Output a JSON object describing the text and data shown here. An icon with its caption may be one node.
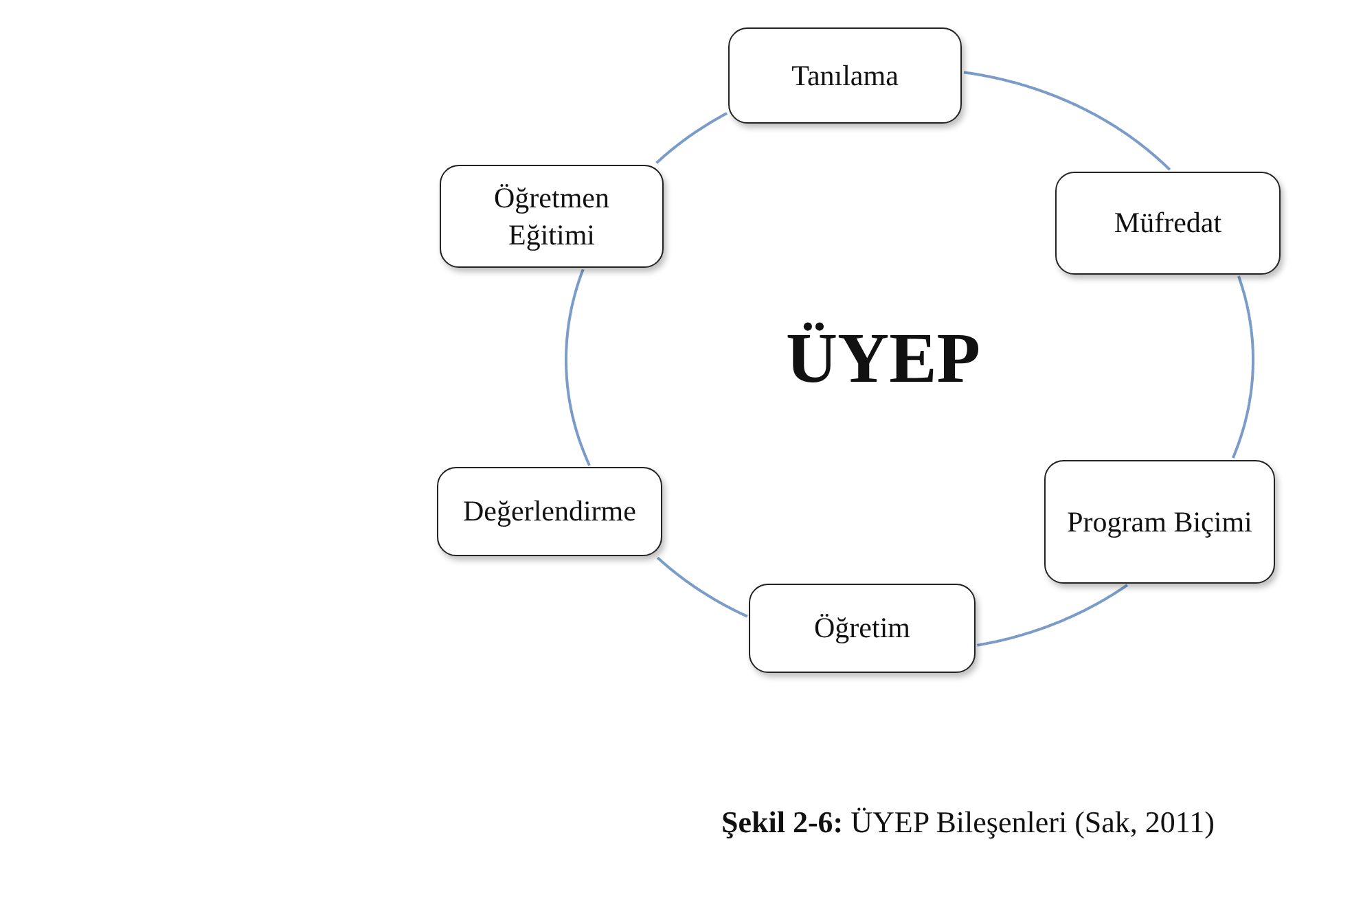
{
  "diagram": {
    "caption": "**Şekil 2-6:** ÜYEP Bileşenleri (Sak, 2011)",
    "nodes": [
      {
        "text": [
          "Tanılama"
        ]
      },
      {
        "text": [
          "Müfredat"
        ]
      },
      {
        "text": [
          "Program Biçimi"
        ]
      },
      {
        "text": [
          "Öğretim"
        ]
      },
      {
        "text": [
          "Değerlendirme"
        ]
      },
      {
        "text": [
          "Öğretmen Eğitimi"
        ]
      }
    ],
    "edges": [
      {
        "from": 0,
        "to": 1,
        "arrow": "none"
      },
      {
        "from": 1,
        "to": 2,
        "arrow": "none"
      },
      {
        "from": 2,
        "to": 3,
        "arrow": "none"
      },
      {
        "from": 3,
        "to": 4,
        "arrow": "none"
      },
      {
        "from": 4,
        "to": 5,
        "arrow": "none"
      },
      {
        "from": 5,
        "to": 0,
        "arrow": "none"
      }
    ],
    "labels": [
      "ÜYEP"
    ]
  }
}
